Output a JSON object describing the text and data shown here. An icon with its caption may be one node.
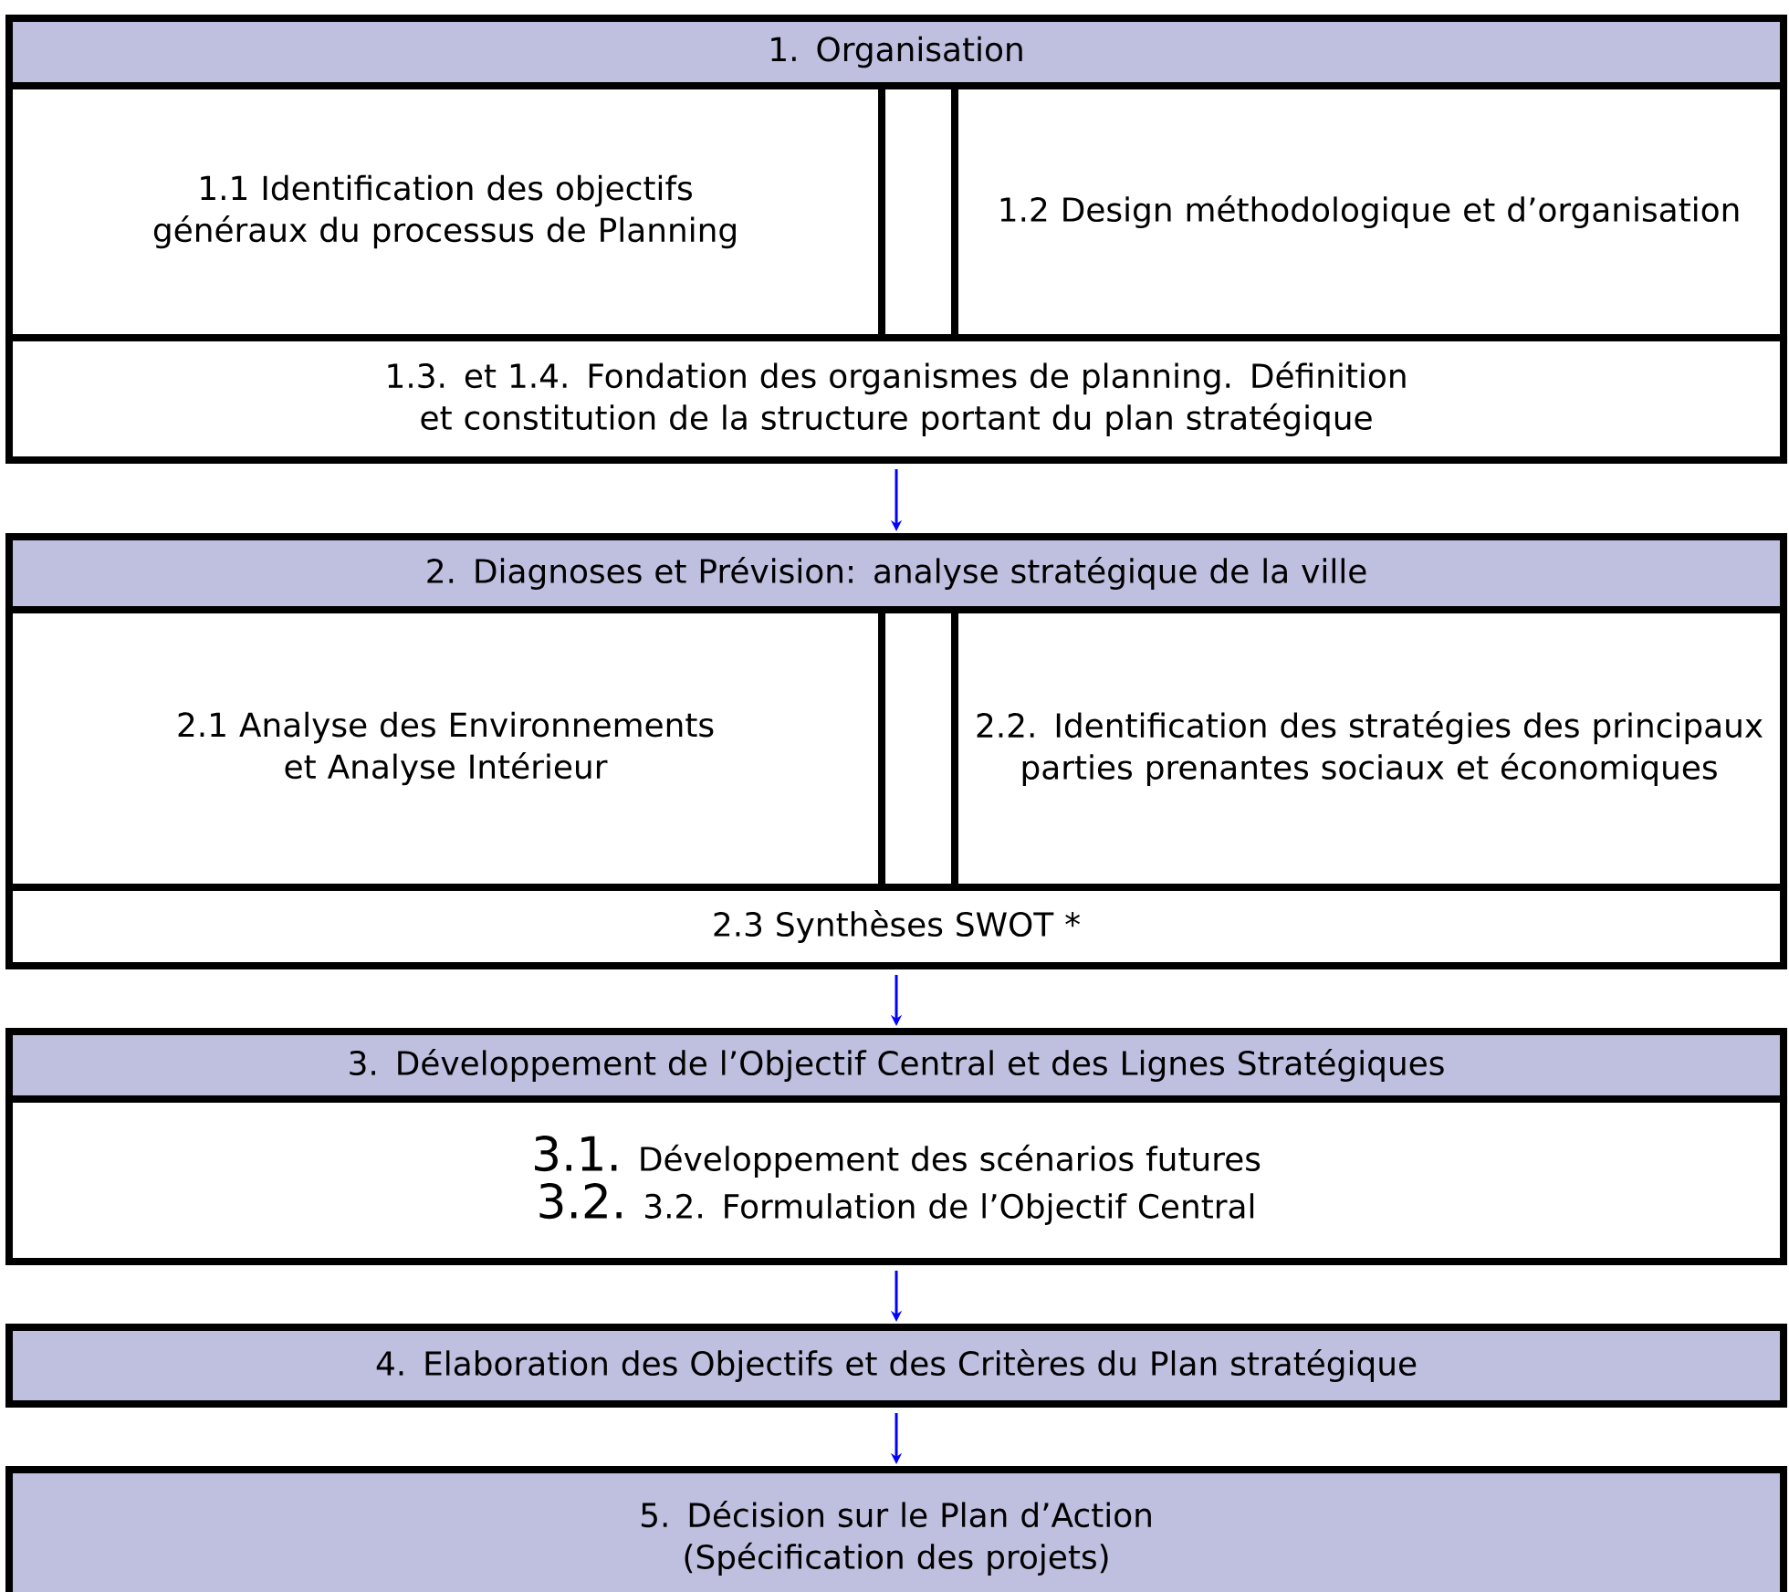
{
  "diagram": {
    "nodes": [
      {
        "text": [
          "1. Organisation"
        ]
      },
      {
        "text": [
          "1.1 Identification des objectifs généraux du processus de Planning"
        ]
      },
      {
        "text": [
          "1.2 Design méthodologique et d’organisation"
        ]
      },
      {
        "text": [
          "1.3. et 1.4. Fondation des organismes de planning. Définition et constitution de la structure portant du plan stratégique"
        ]
      },
      {
        "text": [
          "2. Diagnoses et Prévision:  analyse stratégique de la ville"
        ]
      },
      {
        "text": [
          "2.1 Analyse des Environnements et Analyse Intérieur"
        ]
      },
      {
        "text": [
          "2.2. Identification des stratégies des principaux parties prenantes sociaux et économiques"
        ]
      },
      {
        "text": [
          "2.3 Synthèses SWOT *"
        ]
      },
      {
        "text": [
          "3. Développement de l’Objectif Central et des Lignes Stratégiques"
        ]
      },
      {
        "text": [
          "3.1.",
          "Développement des scénarios futures",
          "3.2.",
          "3.2.  Formulation de l’Objectif Central"
        ]
      },
      {
        "text": [
          "4. Elaboration des Objectifs et des Critères du Plan stratégique"
        ]
      },
      {
        "text": [
          "5.  Décision sur le Plan d’Action",
          "(Spécification des projets)"
        ]
      }
    ],
    "edges": [
      {
        "from": 3,
        "to": 4,
        "arrow": "to"
      },
      {
        "from": 7,
        "to": 8,
        "arrow": "to"
      },
      {
        "from": 9,
        "to": 10,
        "arrow": "to"
      },
      {
        "from": 10,
        "to": 11,
        "arrow": "to"
      }
    ]
  }
}
